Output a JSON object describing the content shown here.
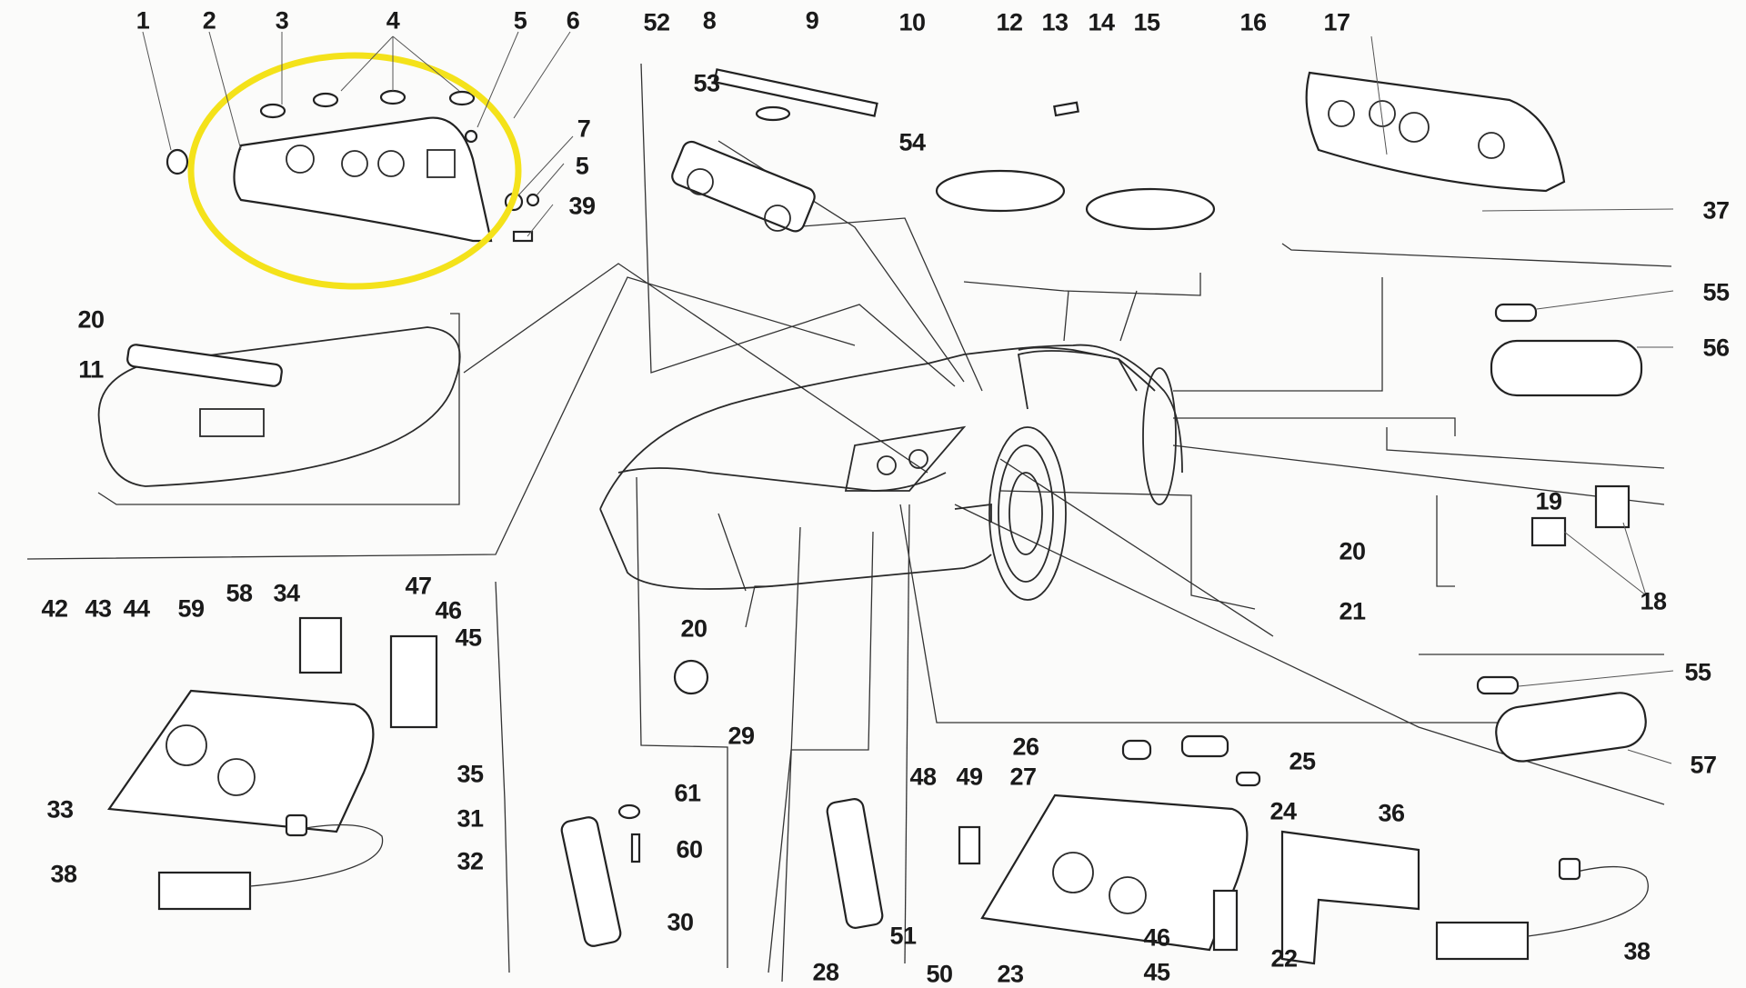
{
  "diagram": {
    "title": "Lighting system exploded parts view",
    "highlight_color": "#f4e21a",
    "highlight_target": "rear tail light assembly (items 1-7, 39)",
    "callouts": [
      {
        "id": "c1",
        "text": "1"
      },
      {
        "id": "c2",
        "text": "2"
      },
      {
        "id": "c3",
        "text": "3"
      },
      {
        "id": "c4",
        "text": "4"
      },
      {
        "id": "c5a",
        "text": "5"
      },
      {
        "id": "c6",
        "text": "6"
      },
      {
        "id": "c7",
        "text": "7"
      },
      {
        "id": "c5b",
        "text": "5"
      },
      {
        "id": "c39",
        "text": "39"
      },
      {
        "id": "c52",
        "text": "52"
      },
      {
        "id": "c8",
        "text": "8"
      },
      {
        "id": "c9",
        "text": "9"
      },
      {
        "id": "c10",
        "text": "10"
      },
      {
        "id": "c53",
        "text": "53"
      },
      {
        "id": "c54",
        "text": "54"
      },
      {
        "id": "c12",
        "text": "12"
      },
      {
        "id": "c13",
        "text": "13"
      },
      {
        "id": "c14",
        "text": "14"
      },
      {
        "id": "c15",
        "text": "15"
      },
      {
        "id": "c16",
        "text": "16"
      },
      {
        "id": "c17",
        "text": "17"
      },
      {
        "id": "c37",
        "text": "37"
      },
      {
        "id": "c55a",
        "text": "55"
      },
      {
        "id": "c56",
        "text": "56"
      },
      {
        "id": "c20a",
        "text": "20"
      },
      {
        "id": "c11",
        "text": "11"
      },
      {
        "id": "c19",
        "text": "19"
      },
      {
        "id": "c18",
        "text": "18"
      },
      {
        "id": "c20b",
        "text": "20"
      },
      {
        "id": "c21",
        "text": "21"
      },
      {
        "id": "c55b",
        "text": "55"
      },
      {
        "id": "c57",
        "text": "57"
      },
      {
        "id": "c42",
        "text": "42"
      },
      {
        "id": "c43",
        "text": "43"
      },
      {
        "id": "c44",
        "text": "44"
      },
      {
        "id": "c59",
        "text": "59"
      },
      {
        "id": "c58",
        "text": "58"
      },
      {
        "id": "c34",
        "text": "34"
      },
      {
        "id": "c47",
        "text": "47"
      },
      {
        "id": "c46a",
        "text": "46"
      },
      {
        "id": "c45a",
        "text": "45"
      },
      {
        "id": "c35",
        "text": "35"
      },
      {
        "id": "c33",
        "text": "33"
      },
      {
        "id": "c31",
        "text": "31"
      },
      {
        "id": "c32",
        "text": "32"
      },
      {
        "id": "c38a",
        "text": "38"
      },
      {
        "id": "c20c",
        "text": "20"
      },
      {
        "id": "c29",
        "text": "29"
      },
      {
        "id": "c61",
        "text": "61"
      },
      {
        "id": "c60",
        "text": "60"
      },
      {
        "id": "c30",
        "text": "30"
      },
      {
        "id": "c28",
        "text": "28"
      },
      {
        "id": "c26",
        "text": "26"
      },
      {
        "id": "c25",
        "text": "25"
      },
      {
        "id": "c48",
        "text": "48"
      },
      {
        "id": "c49",
        "text": "49"
      },
      {
        "id": "c27",
        "text": "27"
      },
      {
        "id": "c24",
        "text": "24"
      },
      {
        "id": "c36",
        "text": "36"
      },
      {
        "id": "c51",
        "text": "51"
      },
      {
        "id": "c50",
        "text": "50"
      },
      {
        "id": "c23",
        "text": "23"
      },
      {
        "id": "c46b",
        "text": "46"
      },
      {
        "id": "c45b",
        "text": "45"
      },
      {
        "id": "c22",
        "text": "22"
      },
      {
        "id": "c38b",
        "text": "38"
      }
    ]
  }
}
